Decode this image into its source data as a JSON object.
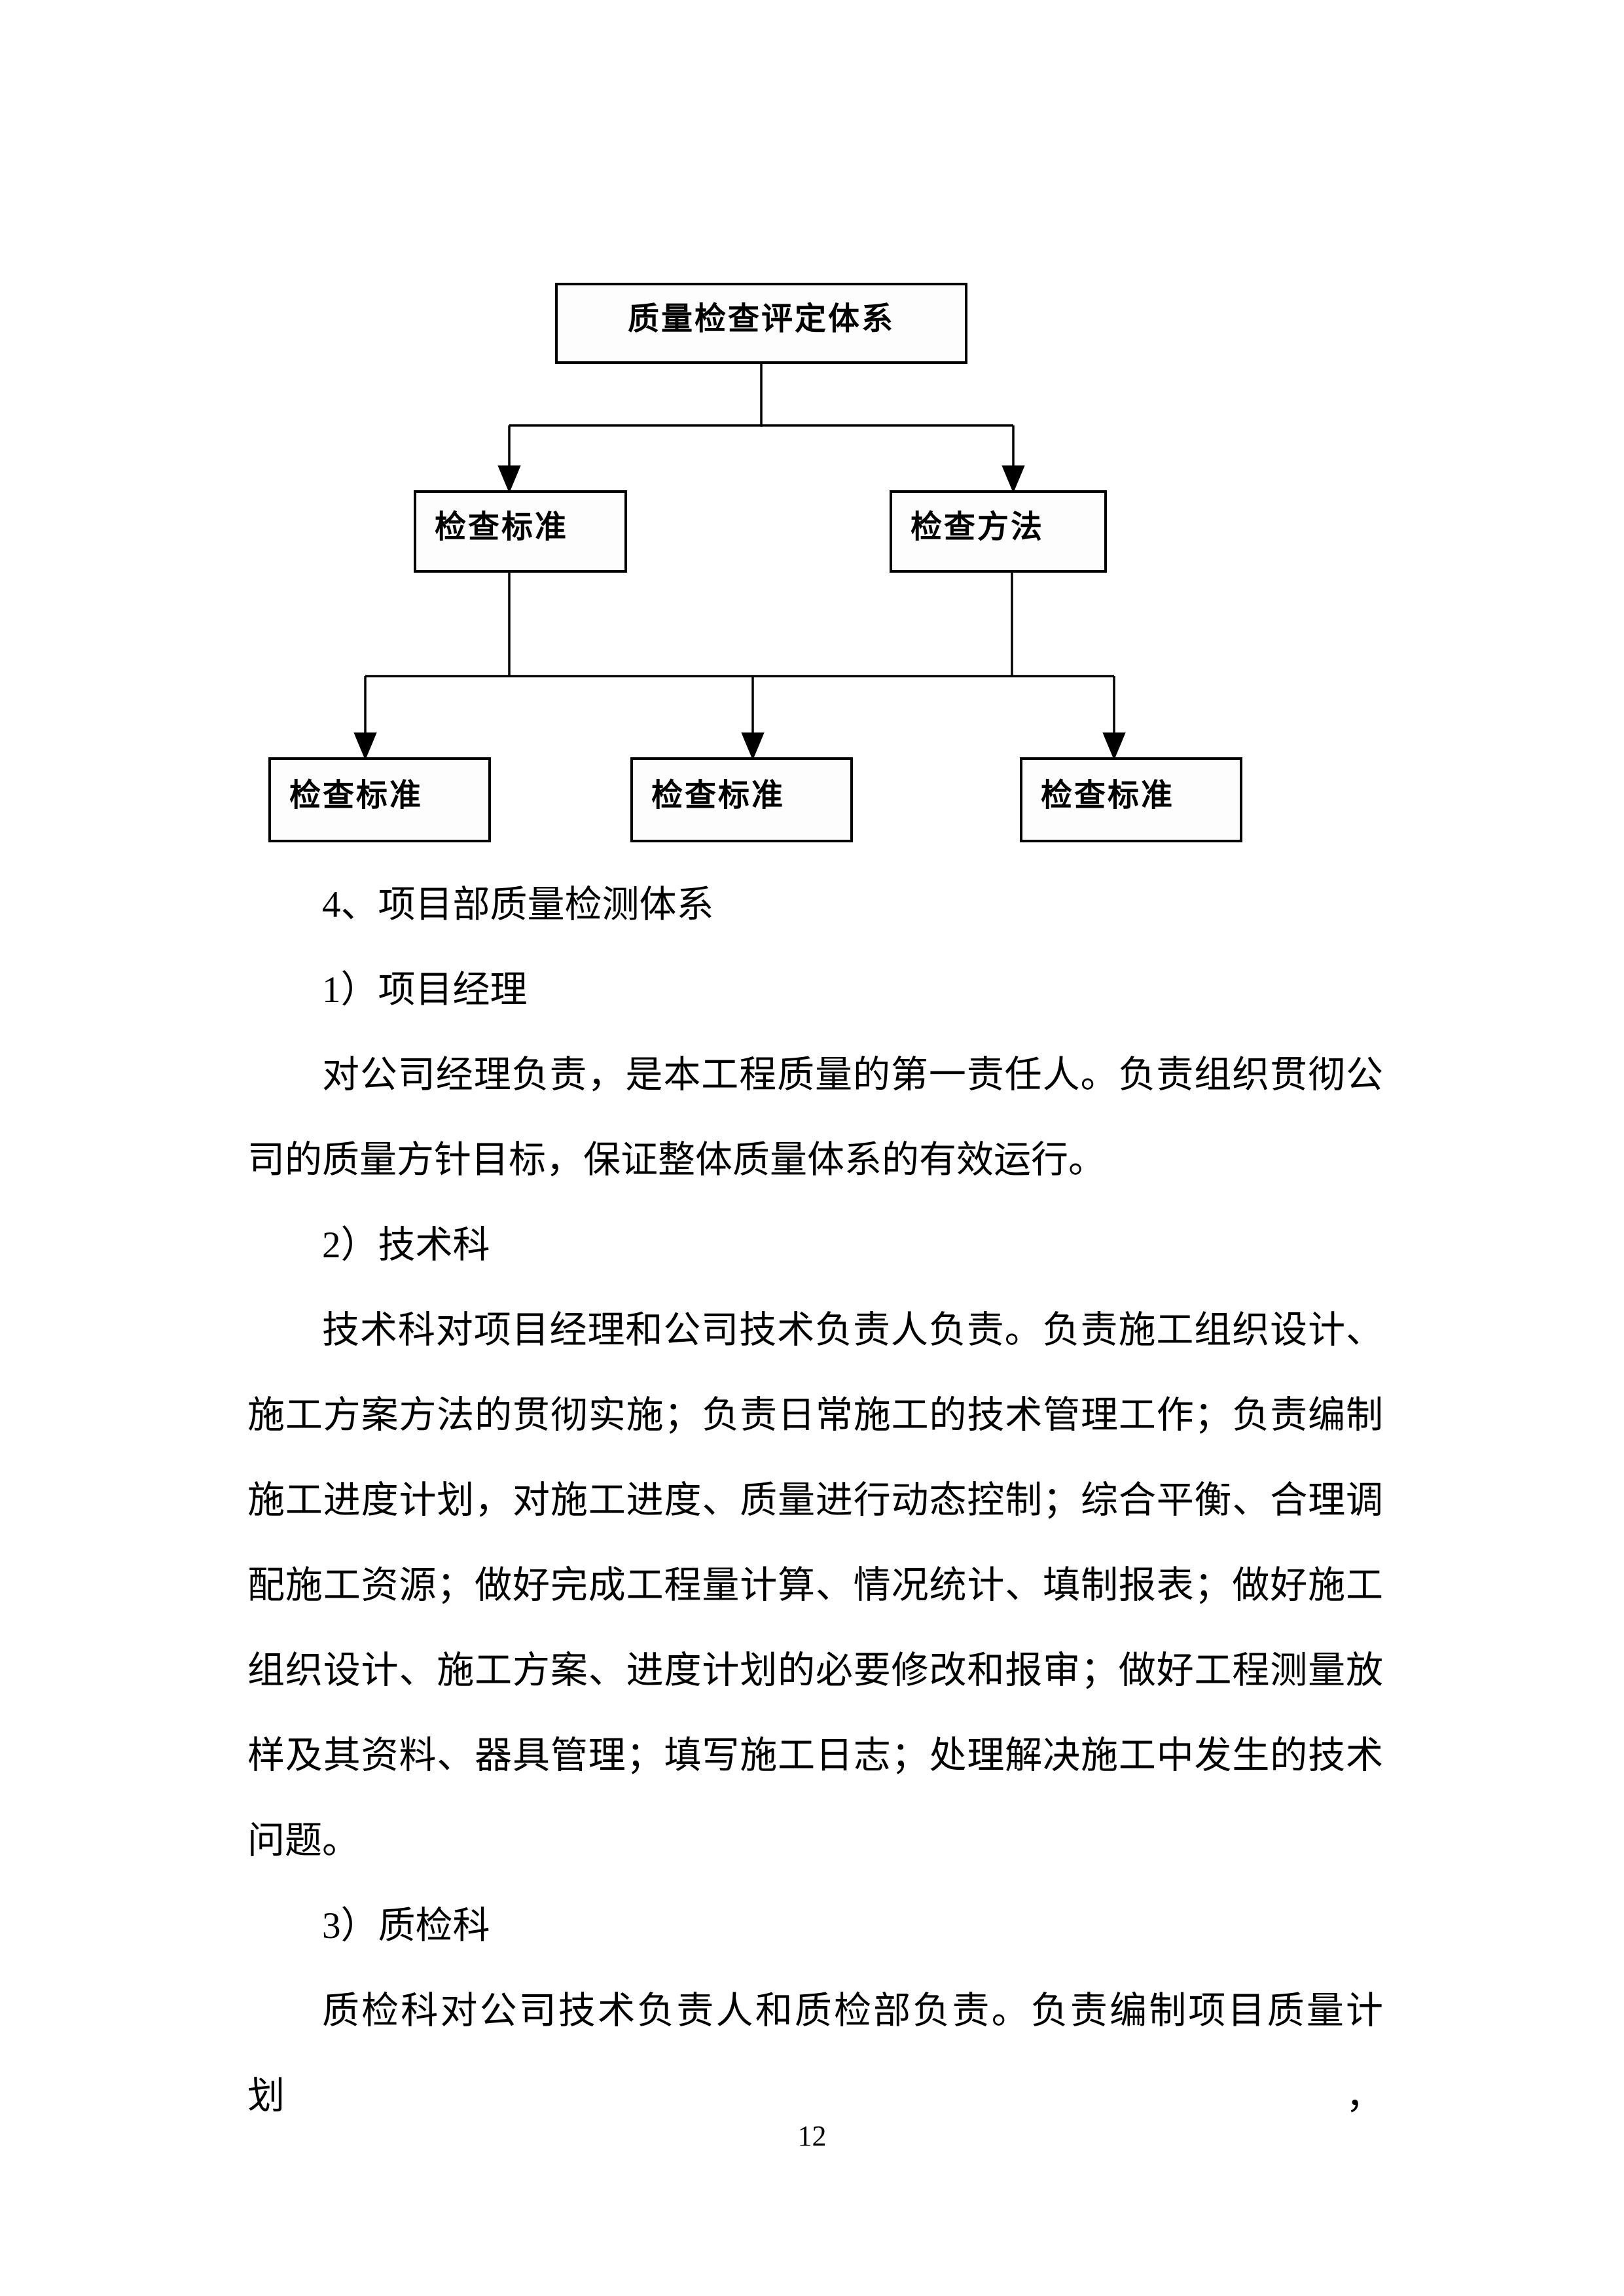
{
  "diagram": {
    "title_node": "质量检查评定体系",
    "level2_nodes": [
      {
        "label": "检查标准"
      },
      {
        "label": "检查方法"
      }
    ],
    "level3_nodes": [
      {
        "label": "检查标准"
      },
      {
        "label": "检查标准"
      },
      {
        "label": "检查标准"
      }
    ]
  },
  "body": {
    "lines": [
      {
        "text": "4、项目部质量检测体系"
      },
      {
        "text": "1）项目经理"
      },
      {
        "text": "对公司经理负责，是本工程质量的第一责任人。负责组织贯彻公"
      },
      {
        "text": "司的质量方针目标，保证整体质量体系的有效运行。"
      },
      {
        "text": "2）技术科"
      },
      {
        "text": "技术科对项目经理和公司技术负责人负责。负责施工组织设计、"
      },
      {
        "text": "施工方案方法的贯彻实施；负责日常施工的技术管理工作；负责编制"
      },
      {
        "text": "施工进度计划，对施工进度、质量进行动态控制；综合平衡、合理调"
      },
      {
        "text": "配施工资源；做好完成工程量计算、情况统计、填制报表；做好施工"
      },
      {
        "text": "组织设计、施工方案、进度计划的必要修改和报审；做好工程测量放"
      },
      {
        "text": "样及其资料、器具管理；填写施工日志；处理解决施工中发生的技术"
      },
      {
        "text": "问题。"
      },
      {
        "text": "3）质检科"
      },
      {
        "text": "质检科对公司技术负责人和质检部负责。负责编制项目质量计划，"
      }
    ]
  },
  "footer": {
    "page_number": "12"
  },
  "colors": {
    "ink": "#000000",
    "paper": "#ffffff"
  }
}
